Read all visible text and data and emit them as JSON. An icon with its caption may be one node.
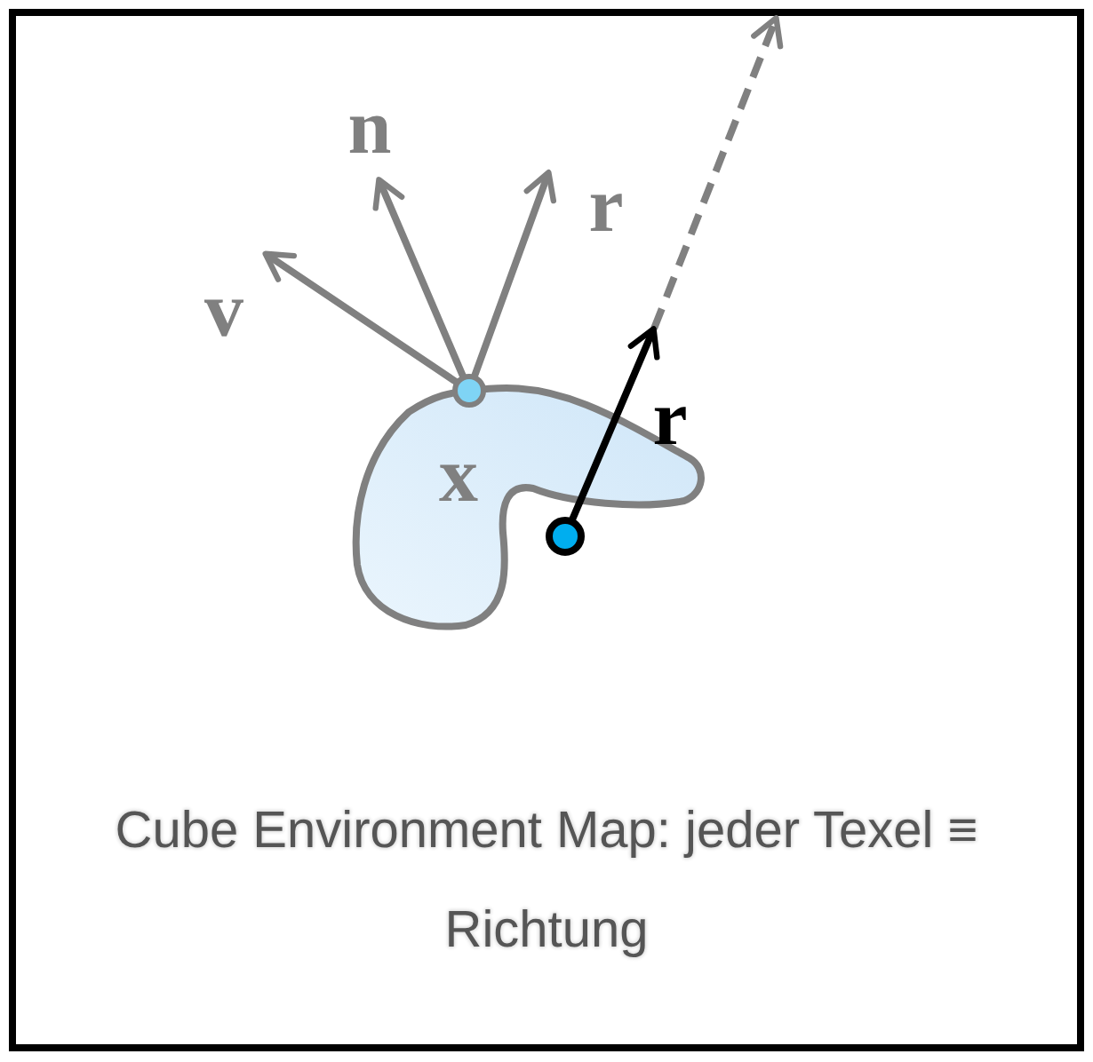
{
  "diagram": {
    "caption": "Cube Environment Map: jeder Texel ≡ Richtung",
    "labels": [
      "n",
      "r",
      "v",
      "x",
      "r"
    ]
  }
}
